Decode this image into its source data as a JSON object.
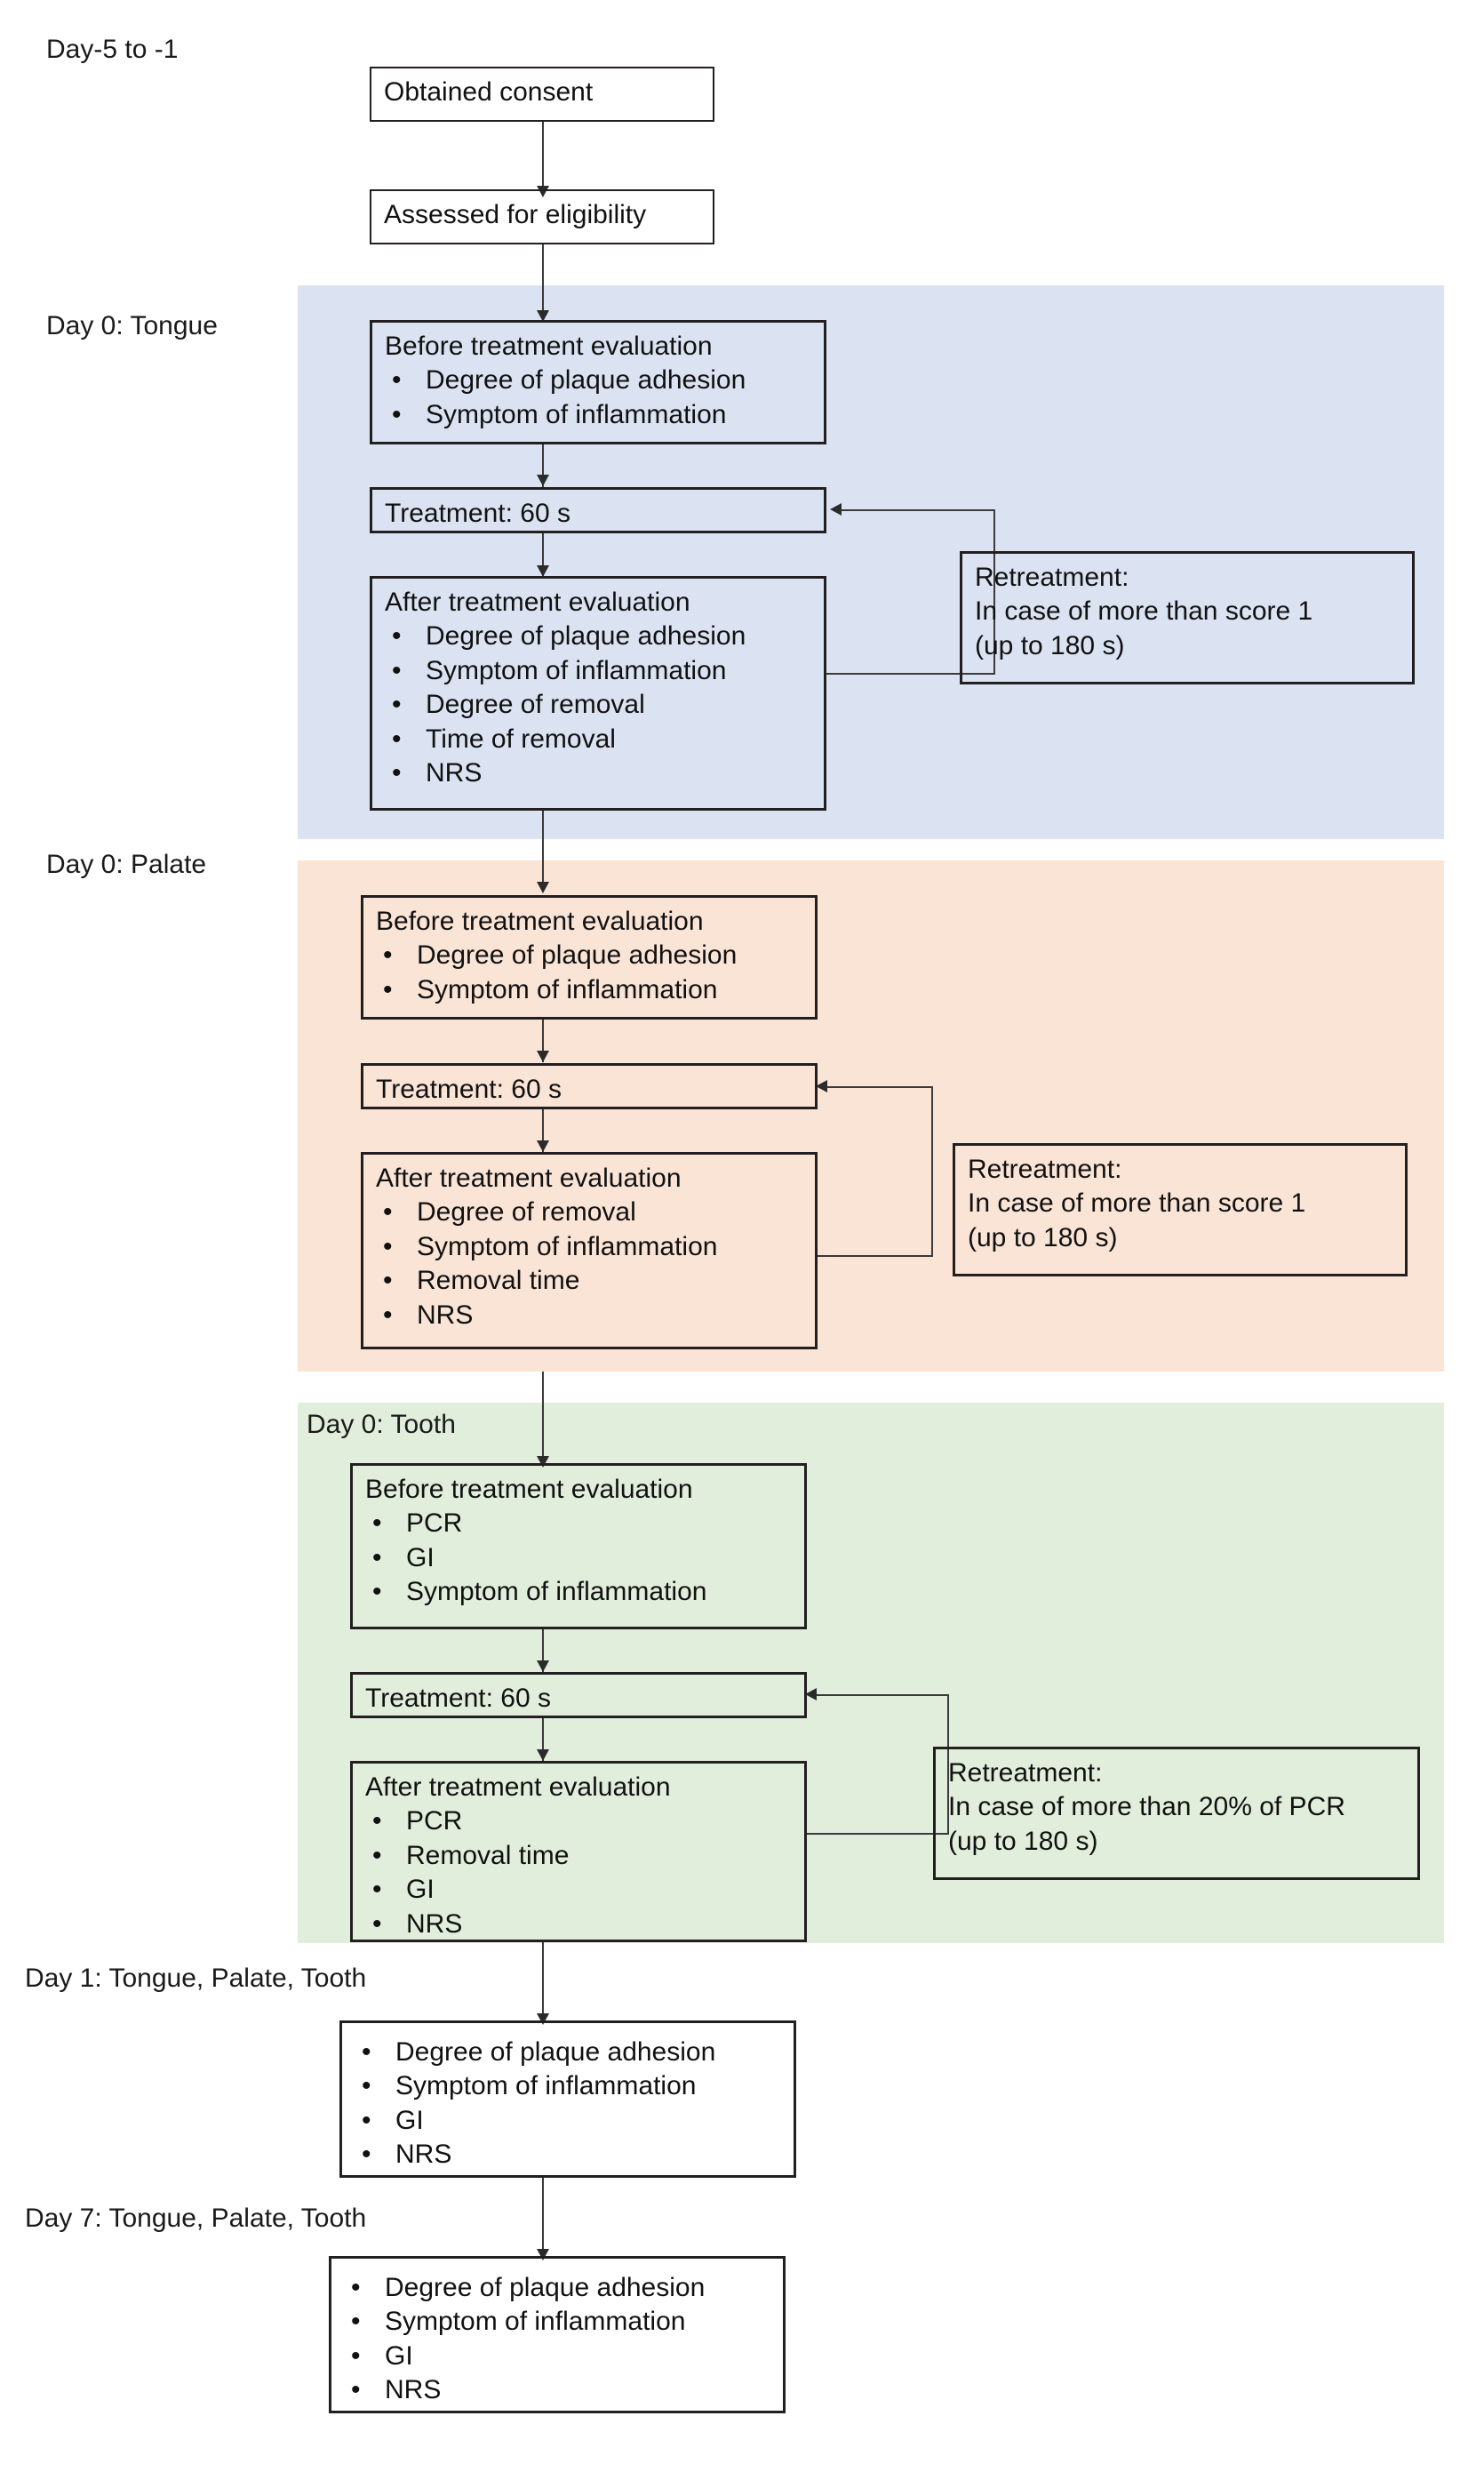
{
  "diagram": {
    "title_text_absent": "",
    "colors": {
      "band_tongue": "#dbe3f2",
      "band_palate": "#fae4d6",
      "band_tooth": "#e2eedc",
      "node_border": "#231f20",
      "connector": "#3a3a3a",
      "text": "#111111"
    },
    "bullet_glyph": "•"
  },
  "stages": {
    "screening_label": "Day-5 to -1",
    "tongue_label": "Day 0: Tongue",
    "palate_label": "Day 0: Palate",
    "tooth_label": "Day 0: Tooth",
    "day1_label": "Day 1: Tongue, Palate, Tooth",
    "day7_label": "Day 7: Tongue, Palate, Tooth"
  },
  "nodes": {
    "consent": {
      "title": "Obtained consent"
    },
    "eligibility": {
      "title": "Assessed for eligibility"
    },
    "tongue_before": {
      "title": "Before treatment evaluation",
      "items": [
        "Degree of plaque adhesion",
        "Symptom of inflammation"
      ]
    },
    "tongue_treatment": {
      "title": "Treatment: 60 s"
    },
    "tongue_after": {
      "title": "After treatment evaluation",
      "items": [
        "Degree of plaque adhesion",
        "Symptom of inflammation",
        "Degree of removal",
        "Time of removal",
        "NRS"
      ]
    },
    "tongue_retreatment": {
      "lines": [
        "Retreatment:",
        "In case of more than score 1",
        "(up to 180 s)"
      ]
    },
    "palate_before": {
      "title": "Before treatment evaluation",
      "items": [
        "Degree of plaque adhesion",
        "Symptom of inflammation"
      ]
    },
    "palate_treatment": {
      "title": "Treatment: 60 s"
    },
    "palate_after": {
      "title": "After treatment evaluation",
      "items": [
        "Degree of removal",
        "Symptom of inflammation",
        "Removal time",
        "NRS"
      ]
    },
    "palate_retreatment": {
      "lines": [
        "Retreatment:",
        "In case of more than score 1",
        "(up to 180 s)"
      ]
    },
    "tooth_before": {
      "title": "Before treatment evaluation",
      "items": [
        "PCR",
        "GI",
        "Symptom of inflammation"
      ]
    },
    "tooth_treatment": {
      "title": "Treatment: 60 s"
    },
    "tooth_after": {
      "title": "After treatment evaluation",
      "items": [
        "PCR",
        "Removal time",
        "GI",
        "NRS"
      ]
    },
    "tooth_retreatment": {
      "lines": [
        "Retreatment:",
        "In case of more than 20% of PCR",
        "(up to 180 s)"
      ]
    },
    "day1_eval": {
      "items": [
        "Degree of plaque adhesion",
        "Symptom of inflammation",
        "GI",
        "NRS"
      ]
    },
    "day7_eval": {
      "items": [
        "Degree of plaque adhesion",
        "Symptom of inflammation",
        "GI",
        "NRS"
      ]
    }
  }
}
